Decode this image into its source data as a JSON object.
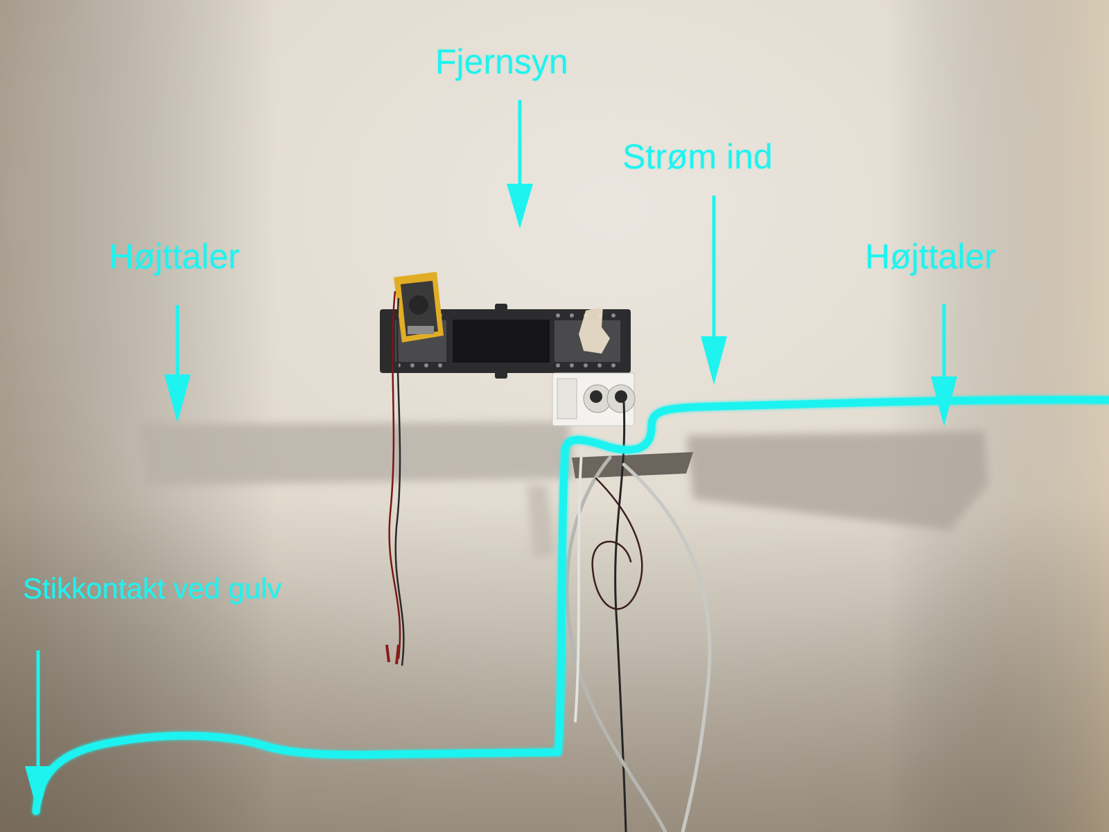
{
  "labels": {
    "tv": "Fjernsyn",
    "power_in": "Strøm ind",
    "speaker_left": "Højttaler",
    "speaker_right": "Højttaler",
    "floor_outlet": "Stikkontakt ved gulv"
  },
  "colors": {
    "annotation": "#1ef3f0",
    "wall": "#e6ded2",
    "patch": "#b1aaa2",
    "bracket": "#2b2b2d",
    "multimeter": "#e8b329"
  }
}
